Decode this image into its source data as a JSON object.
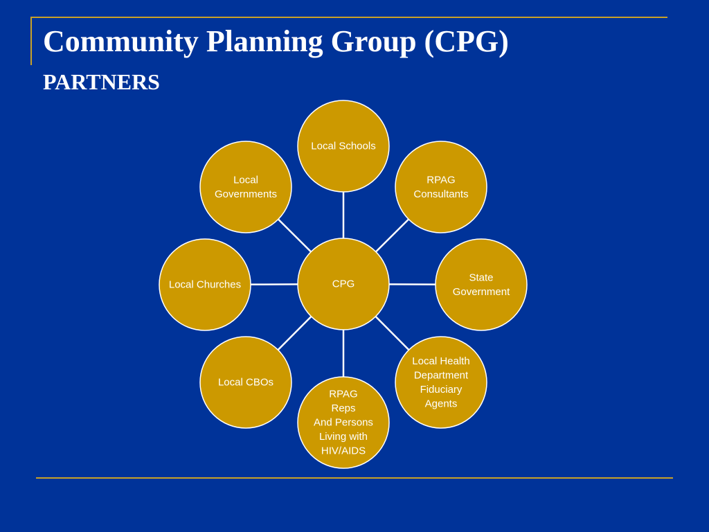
{
  "slide": {
    "title": "Community Planning Group (CPG)",
    "subtitle": "PARTNERS"
  },
  "colors": {
    "background": "#003399",
    "accent_rule": "#c9a227",
    "node_fill": "#cc9900",
    "node_stroke": "#ffffff",
    "text": "#ffffff"
  },
  "diagram": {
    "center": {
      "id": "cpg",
      "label_lines": [
        "CPG"
      ]
    },
    "nodes": [
      {
        "id": "local-schools",
        "label_lines": [
          "Local Schools"
        ]
      },
      {
        "id": "rpag-consultants",
        "label_lines": [
          "RPAG",
          "Consultants"
        ]
      },
      {
        "id": "state-government",
        "label_lines": [
          "State",
          "Government"
        ]
      },
      {
        "id": "local-health-department",
        "label_lines": [
          "Local Health",
          "Department",
          "Fiduciary",
          "Agents"
        ]
      },
      {
        "id": "rpag-reps",
        "label_lines": [
          "RPAG",
          "Reps",
          "And Persons",
          "Living with",
          "HIV/AIDS"
        ]
      },
      {
        "id": "local-cbos",
        "label_lines": [
          "Local CBOs"
        ]
      },
      {
        "id": "local-churches",
        "label_lines": [
          "Local Churches"
        ]
      },
      {
        "id": "local-governments",
        "label_lines": [
          "Local",
          "Governments"
        ]
      }
    ]
  }
}
